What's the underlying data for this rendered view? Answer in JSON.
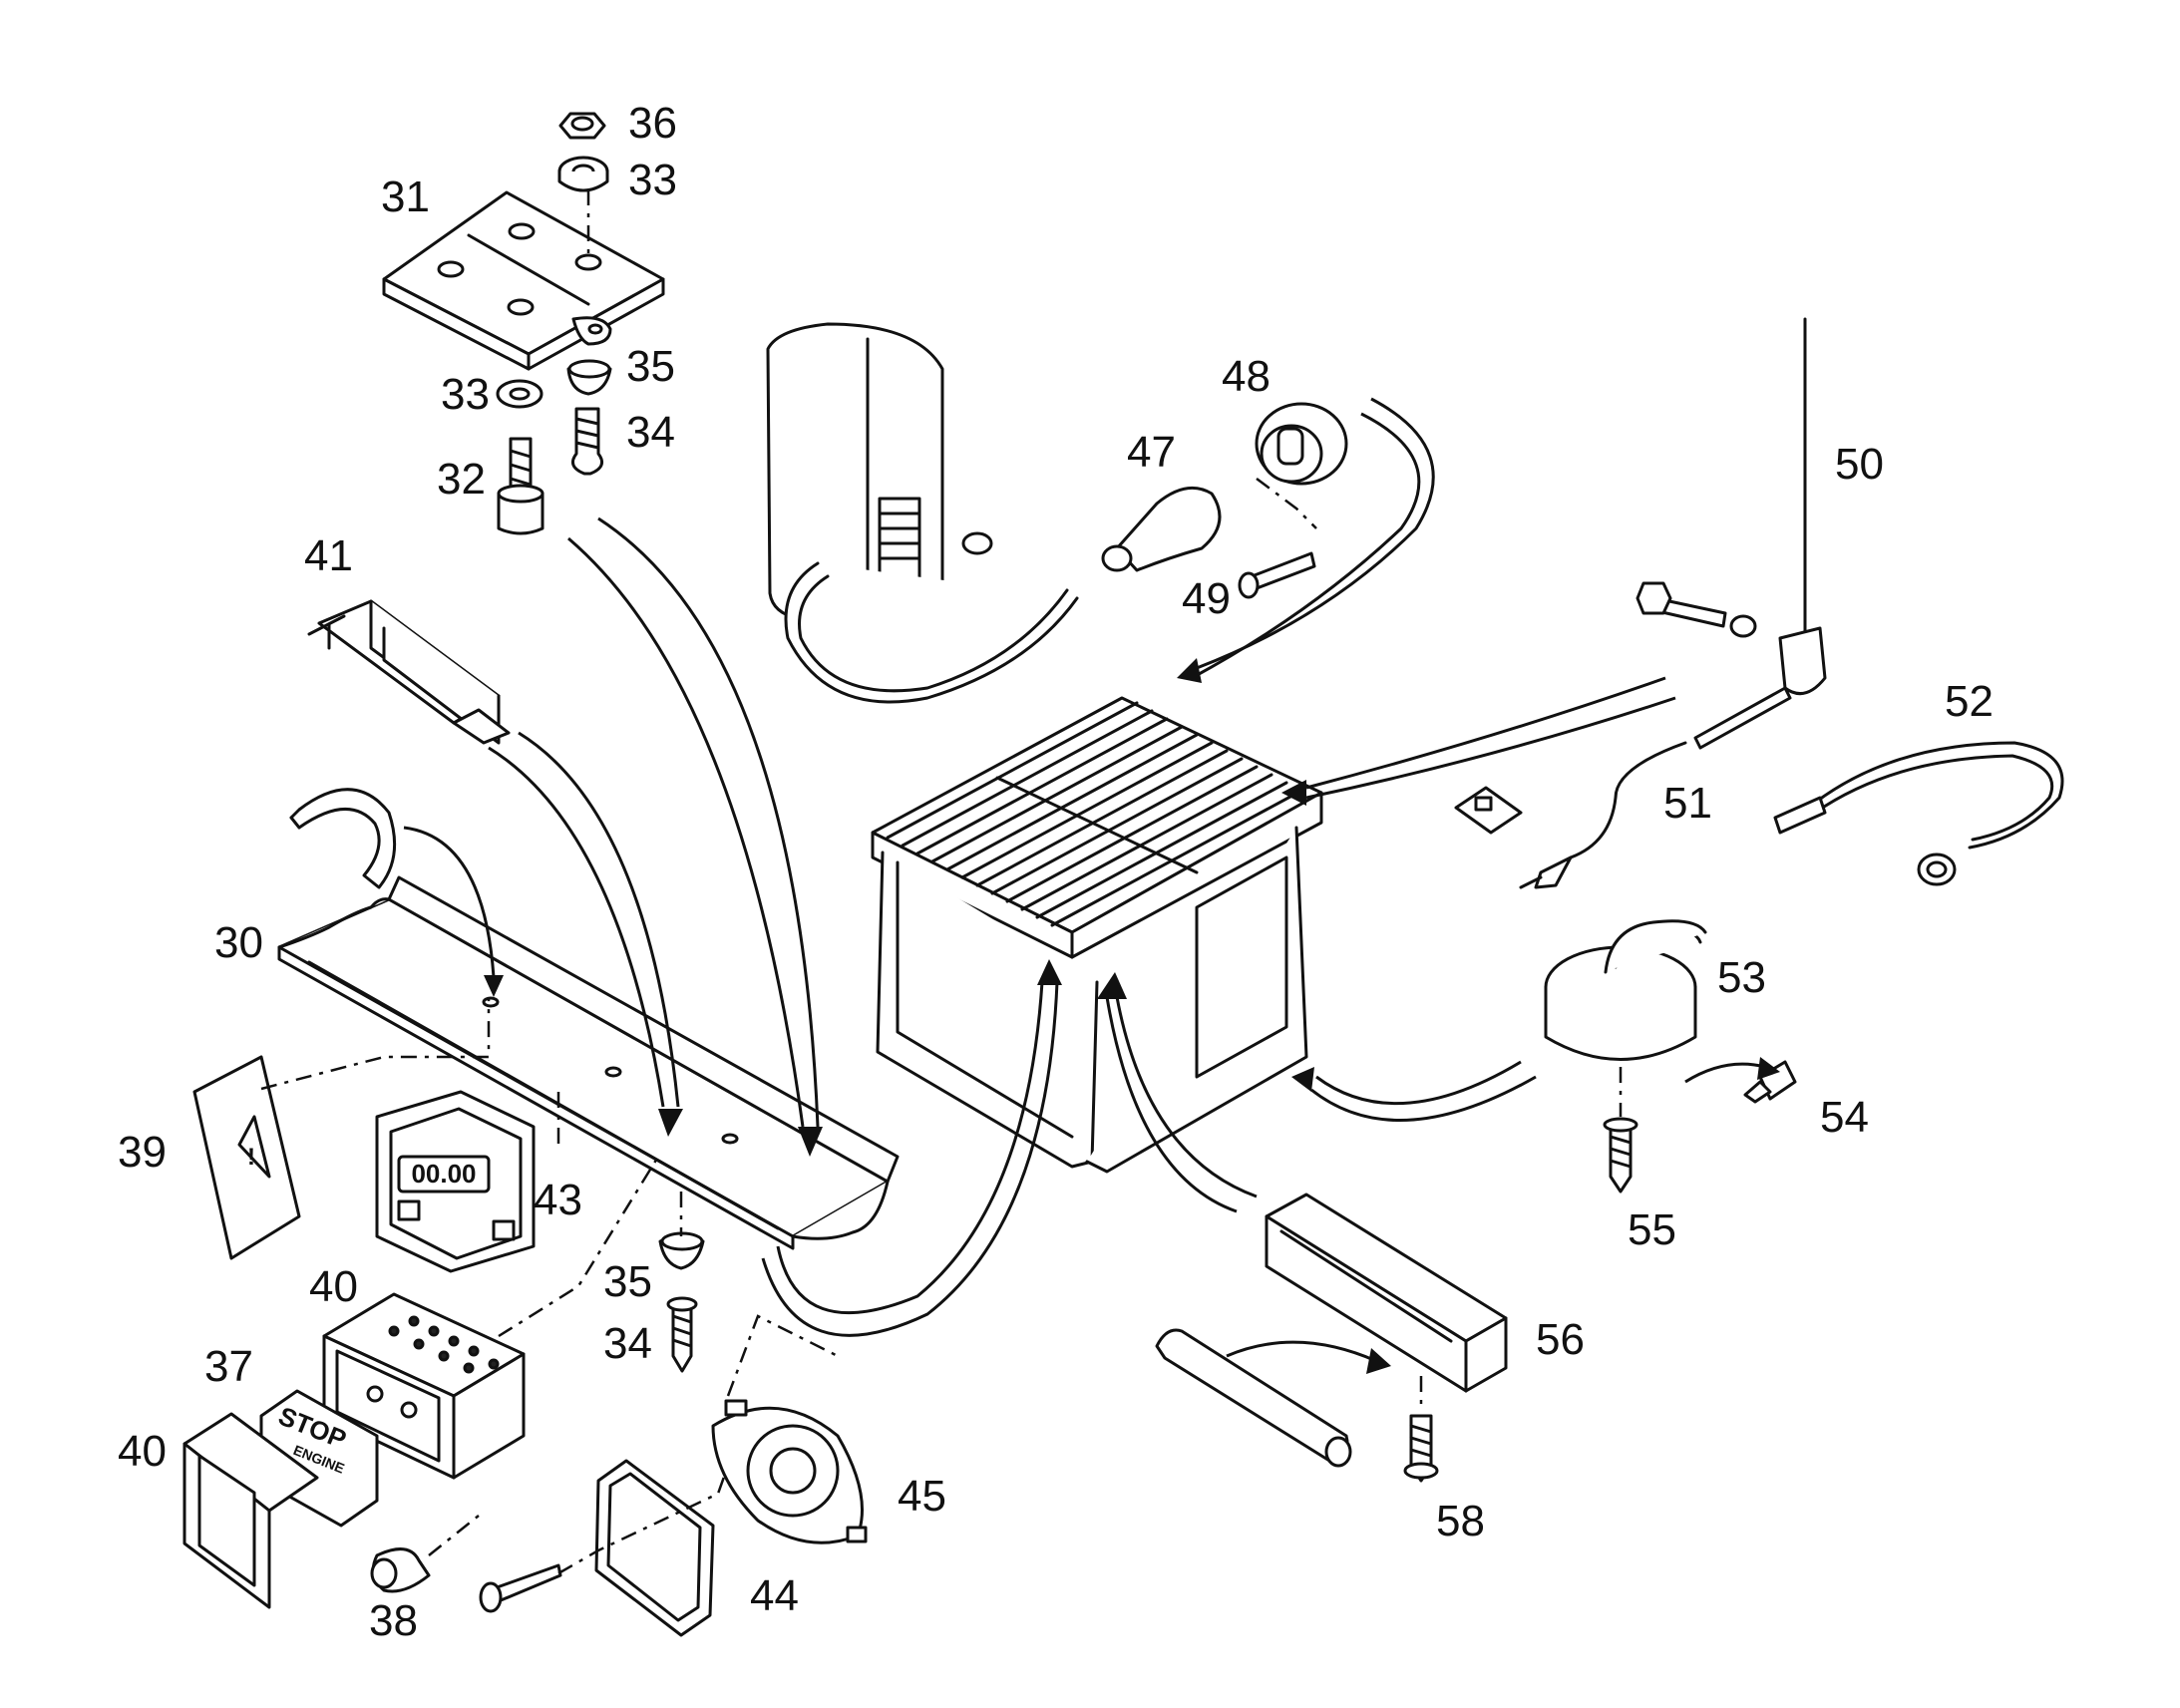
{
  "diagram": {
    "callouts": [
      {
        "id": "36",
        "label": "36"
      },
      {
        "id": "33a",
        "label": "33"
      },
      {
        "id": "31",
        "label": "31"
      },
      {
        "id": "35a",
        "label": "35"
      },
      {
        "id": "33b",
        "label": "33"
      },
      {
        "id": "34a",
        "label": "34"
      },
      {
        "id": "32",
        "label": "32"
      },
      {
        "id": "41",
        "label": "41"
      },
      {
        "id": "30",
        "label": "30"
      },
      {
        "id": "39",
        "label": "39"
      },
      {
        "id": "43",
        "label": "43"
      },
      {
        "id": "40a",
        "label": "40"
      },
      {
        "id": "35b",
        "label": "35"
      },
      {
        "id": "34b",
        "label": "34"
      },
      {
        "id": "37",
        "label": "37"
      },
      {
        "id": "40b",
        "label": "40"
      },
      {
        "id": "38",
        "label": "38"
      },
      {
        "id": "44",
        "label": "44"
      },
      {
        "id": "45",
        "label": "45"
      },
      {
        "id": "47",
        "label": "47"
      },
      {
        "id": "48",
        "label": "48"
      },
      {
        "id": "49",
        "label": "49"
      },
      {
        "id": "50",
        "label": "50"
      },
      {
        "id": "52",
        "label": "52"
      },
      {
        "id": "51",
        "label": "51"
      },
      {
        "id": "53",
        "label": "53"
      },
      {
        "id": "54",
        "label": "54"
      },
      {
        "id": "55",
        "label": "55"
      },
      {
        "id": "56",
        "label": "56"
      },
      {
        "id": "58",
        "label": "58"
      }
    ],
    "stop_plate": {
      "line1": "STOP",
      "line2": "ENGINE"
    },
    "display_digits": "00.00",
    "warning_symbol": "!"
  }
}
